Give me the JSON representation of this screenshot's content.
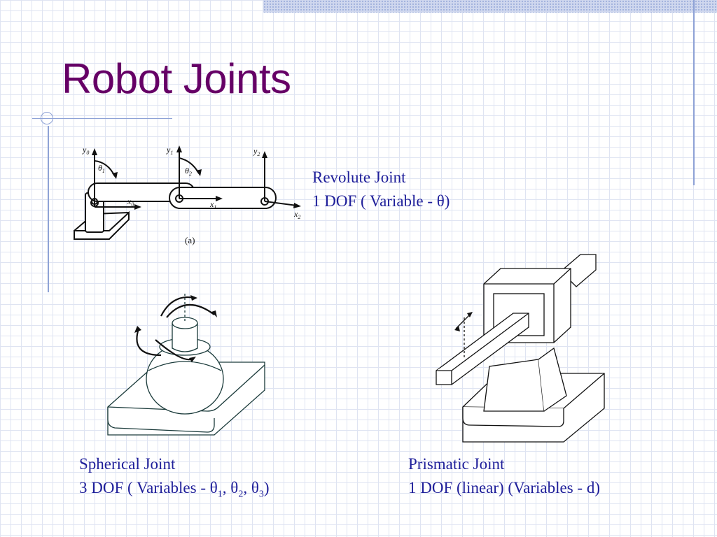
{
  "slide": {
    "title": "Robot Joints",
    "colors": {
      "title": "#660066",
      "caption": "#1f1f9a",
      "accent": "#8ea2d6"
    }
  },
  "revolute": {
    "name": "Revolute Joint",
    "dof": "1 DOF ( Variable - θ)",
    "labels": {
      "y0": "y",
      "y0_sub": "0",
      "y1": "y",
      "y1_sub": "1",
      "y2": "y",
      "y2_sub": "2",
      "theta1": "θ",
      "theta1_sub": "1",
      "theta2": "θ",
      "theta2_sub": "2",
      "x0": "x",
      "x0_sub": "0",
      "x1": "x",
      "x1_sub": "1",
      "x2": "x",
      "x2_sub": "2",
      "panel": "(a)"
    }
  },
  "spherical": {
    "name": "Spherical Joint",
    "dof_prefix": "3 DOF ( Variables - ",
    "theta": "θ",
    "sub1": "1",
    "sub2": "2",
    "sub3": "3",
    "sep": ", ",
    "dof_suffix": ")"
  },
  "prismatic": {
    "name": "Prismatic Joint",
    "dof": "1 DOF (linear) (Variables - d)"
  }
}
